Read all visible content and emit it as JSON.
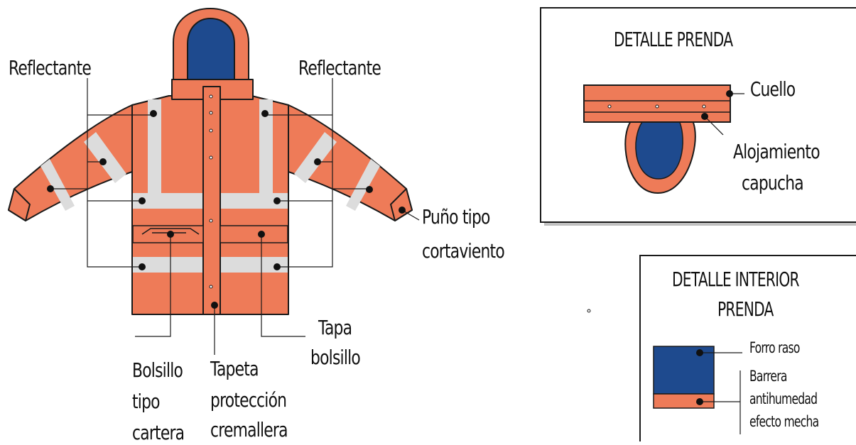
{
  "labels": {
    "reflectante_left": "Reflectante",
    "reflectante_right": "Reflectante",
    "puno": [
      "Puño tipo",
      "cortaviento"
    ],
    "tapa_bolsillo": [
      "Tapa",
      "bolsillo"
    ],
    "bolsillo_cartera": [
      "Bolsillo",
      "tipo",
      "cartera"
    ],
    "tapeta": [
      "Tapeta",
      "protección",
      "cremallera"
    ]
  },
  "detalle_prenda": {
    "title": "DETALLE PRENDA",
    "cuello": "Cuello",
    "alojamiento": [
      "Alojamiento",
      "capucha"
    ]
  },
  "detalle_interior": {
    "title": [
      "DETALLE INTERIOR",
      "PRENDA"
    ],
    "forro": "Forro raso",
    "barrera": [
      "Barrera",
      "antihumedad",
      "efecto mecha"
    ]
  },
  "colors": {
    "orange": "#EE7B58",
    "navy": "#1E4A8E",
    "reflective": "#DCDCDC",
    "outline": "#1a1a1a"
  }
}
